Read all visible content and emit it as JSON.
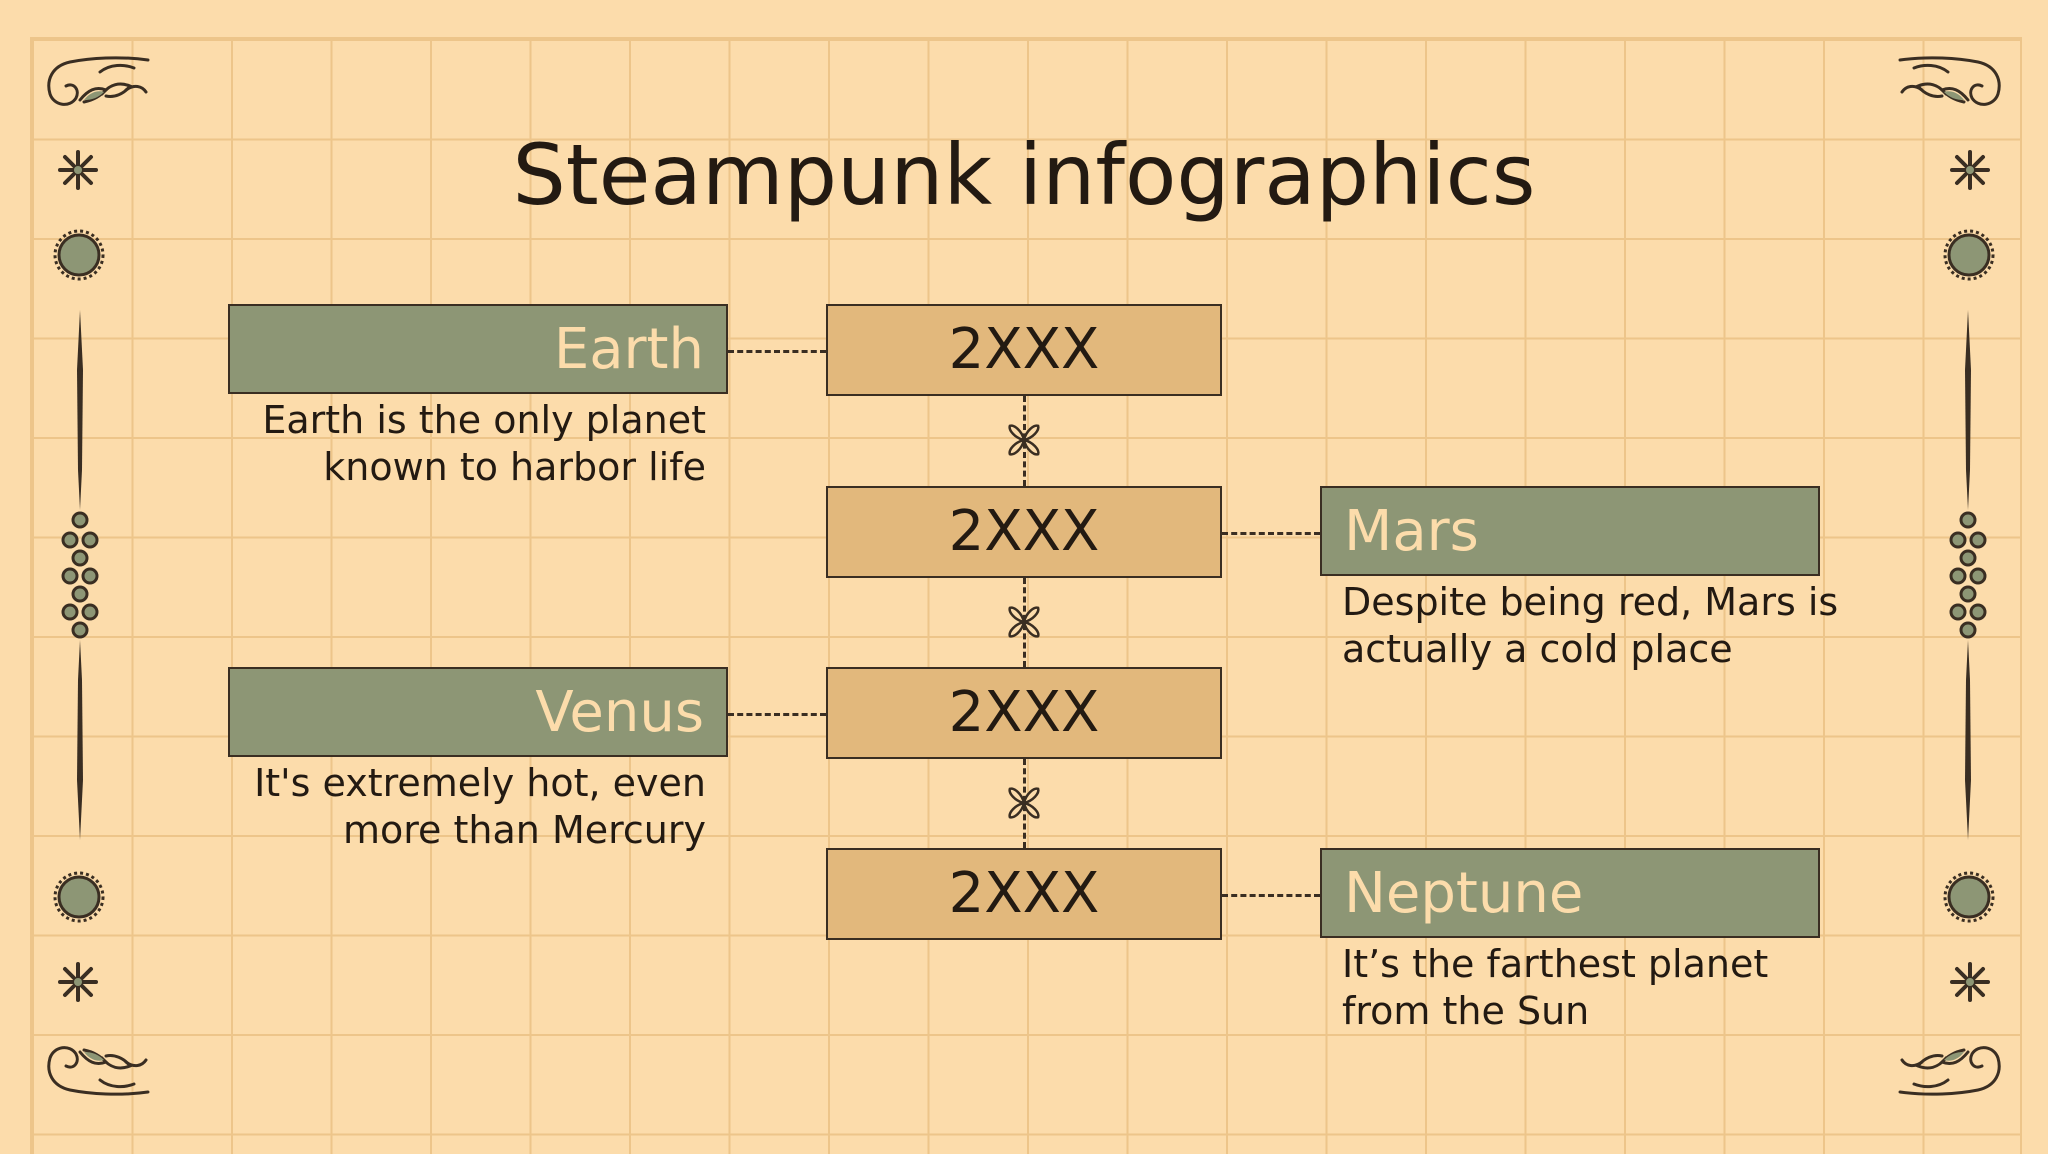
{
  "title": "Steampunk infographics",
  "colors": {
    "background": "#fcdcab",
    "grid_line": "#edc58a",
    "label_box": "#8d9675",
    "date_box": "#e2b87c",
    "outline": "#3a2e22",
    "text_dark": "#231a12",
    "text_light": "#fcdcab"
  },
  "timeline": [
    {
      "date": "2XXX",
      "planet": "Earth",
      "description": "Earth is the only planet known to harbor life"
    },
    {
      "date": "2XXX",
      "planet": "Mars",
      "description": "Despite being red, Mars is actually a cold place"
    },
    {
      "date": "2XXX",
      "planet": "Venus",
      "description": "It's extremely hot, even more than Mercury"
    },
    {
      "date": "2XXX",
      "planet": "Neptune",
      "description": "It’s the farthest planet from the Sun"
    }
  ],
  "icons": {
    "corner": "corner-flourish-icon",
    "asterisk": "asterisk-ornament-icon",
    "gear": "gear-icon",
    "divider": "ornamental-divider-icon",
    "connector": "leaf-knot-icon"
  }
}
